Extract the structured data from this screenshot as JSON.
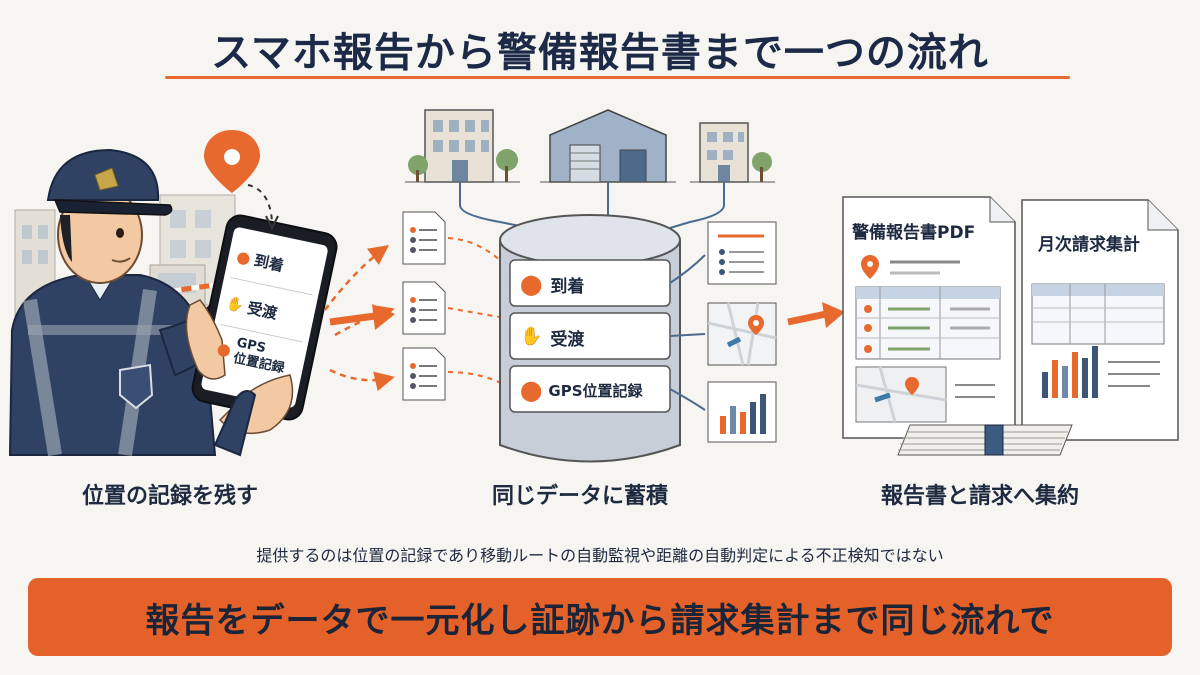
{
  "title": "スマホ報告から警備報告書まで一つの流れ",
  "left": {
    "caption": "位置の記録を残す",
    "phone_items": [
      {
        "icon": "pin-icon",
        "label": "到着"
      },
      {
        "icon": "handshake-icon",
        "label": "受渡"
      },
      {
        "icon": "pin-icon",
        "label_line1": "GPS",
        "label_line2": "位置記録"
      }
    ]
  },
  "center": {
    "caption": "同じデータに蓄積",
    "db_rows": [
      {
        "icon": "pin-icon",
        "label": "到着"
      },
      {
        "icon": "handshake-icon",
        "label": "受渡"
      },
      {
        "icon": "pin-icon",
        "label": "GPS位置記録"
      }
    ]
  },
  "right": {
    "caption": "報告書と請求へ集約",
    "report_title": "警備報告書PDF",
    "billing_title": "月次請求集計"
  },
  "disclaimer": "提供するのは位置の記録であり移動ルートの自動監視や距離の自動判定による不正検知ではない",
  "banner": "報告をデータで一元化し証跡から請求集計まで同じ流れで",
  "colors": {
    "accent": "#e4622a",
    "navy": "#1c2a48",
    "background": "#f6f5f1"
  }
}
